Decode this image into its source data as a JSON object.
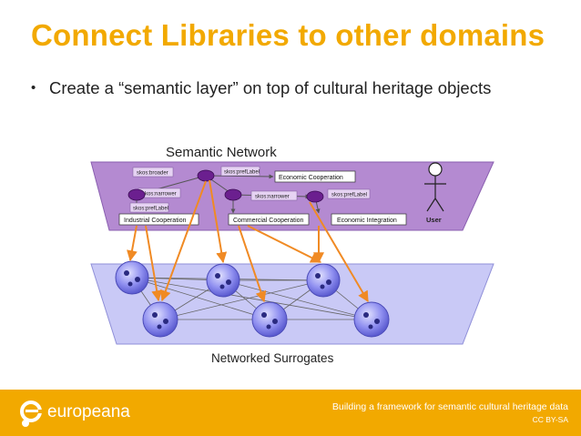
{
  "slide": {
    "title": "Connect Libraries to other domains",
    "bullet_marker": "•",
    "bullet": "Create a “semantic layer” on top of cultural heritage objects"
  },
  "diagram": {
    "semantic_title": "Semantic Network",
    "surrogates_title": "Networked Surrogates",
    "user_label": "User",
    "concepts": [
      "Industrial Cooperation",
      "Commercial Cooperation",
      "Economic Integration",
      "Economic Cooperation"
    ],
    "relations": [
      "skos:broader",
      "skos:prefLabel",
      "skos:narrower",
      "skos:narrower",
      "skos:prefLabel",
      "skos:prefLabel"
    ]
  },
  "footer": {
    "brand": "europeana",
    "subtitle": "Building a framework for semantic cultural heritage data",
    "license": "CC BY-SA"
  },
  "colors": {
    "accent": "#f2a900",
    "semantic_plane": "#b48ad1",
    "surrogate_plane": "#c9c9f6",
    "node": "#6b1f8f",
    "link": "#f08a24"
  }
}
